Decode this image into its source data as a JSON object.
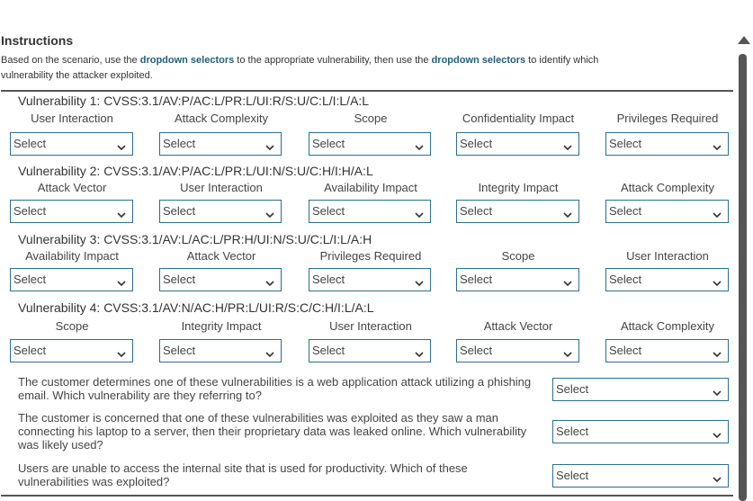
{
  "instructions": {
    "title": "Instructions",
    "text_part1": "Based on the scenario, use the ",
    "link1": "dropdown selectors",
    "text_part2": " to the appropriate vulnerability, then use the ",
    "link2": "dropdown selectors",
    "text_part3": " to identify which vulnerability the attacker exploited."
  },
  "vulnerabilities": [
    {
      "title": "Vulnerability 1: CVSS:3.1/AV:P/AC:L/PR:L/UI:R/S:U/C:L/I:L/A:L",
      "fields": [
        "User Interaction",
        "Attack Complexity",
        "Scope",
        "Confidentiality Impact",
        "Privileges Required"
      ]
    },
    {
      "title": "Vulnerability 2: CVSS:3.1/AV:P/AC:L/PR:L/UI:N/S:U/C:H/I:H/A:L",
      "fields": [
        "Attack Vector",
        "User Interaction",
        "Availability Impact",
        "Integrity Impact",
        "Attack Complexity"
      ]
    },
    {
      "title": "Vulnerability 3:  CVSS:3.1/AV:L/AC:L/PR:H/UI:N/S:U/C:L/I:L/A:H",
      "fields": [
        "Availability Impact",
        "Attack Vector",
        "Privileges Required",
        "Scope",
        "User Interaction"
      ]
    },
    {
      "title": "Vulnerability 4: CVSS:3.1/AV:N/AC:H/PR:L/UI:R/S:C/C:H/I:L/A:L",
      "fields": [
        "Scope",
        "Integrity Impact",
        "User Interaction",
        "Attack Vector",
        "Attack Complexity"
      ]
    }
  ],
  "select_placeholder": "Select",
  "questions": [
    "The customer determines one of these vulnerabilities is a web application attack utilizing a phishing email. Which vulnerability are they referring to?",
    "The customer is concerned that one of these vulnerabilities was exploited as they saw a man connecting his laptop to a server, then their proprietary data was leaked online. Which vulnerability was likely used?",
    "Users are unable to access the internal site that is used for productivity. Which of these vulnerabilities was exploited?"
  ],
  "colors": {
    "accent": "#2a6f8c",
    "link": "#1f5f7a",
    "divider": "#555555"
  }
}
